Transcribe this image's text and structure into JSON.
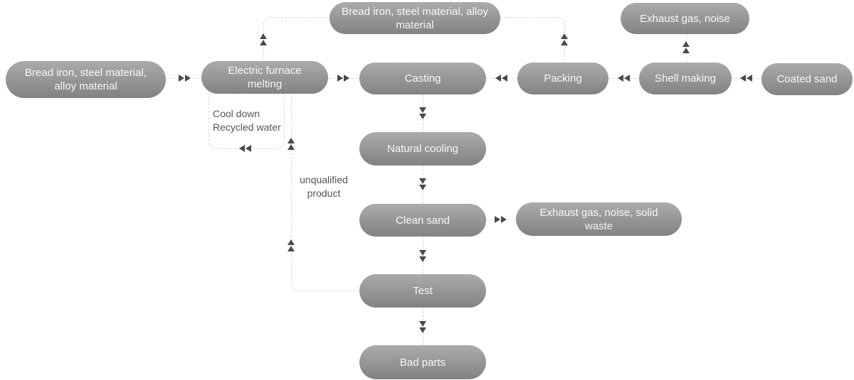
{
  "diagram": {
    "type": "flowchart",
    "nodes": {
      "input_left": {
        "label": "Bread iron, steel material, alloy material"
      },
      "electric_furnace": {
        "label": "Electric furnace melting"
      },
      "casting": {
        "label": "Casting"
      },
      "input_top": {
        "label": "Bread iron, steel material, alloy material"
      },
      "packing": {
        "label": "Packing"
      },
      "shell_making": {
        "label": "Shell making"
      },
      "coated_sand": {
        "label": "Coated sand"
      },
      "exhaust_top": {
        "label": "Exhaust gas, noise"
      },
      "natural_cooling": {
        "label": "Natural cooling"
      },
      "clean_sand": {
        "label": "Clean sand"
      },
      "exhaust_waste": {
        "label": "Exhaust gas, noise, solid waste"
      },
      "test": {
        "label": "Test"
      },
      "bad_parts": {
        "label": "Bad parts"
      }
    },
    "annotations": {
      "cool_down": {
        "line1": "Cool down",
        "line2": "Recycled water"
      },
      "unqualified": {
        "line1": "unqualified",
        "line2": "product"
      }
    },
    "colors": {
      "node_gradient_top": "#ababab",
      "node_gradient_bottom": "#828282",
      "node_text": "#f7f7f7",
      "connector": "#d9d9d9",
      "arrow": "#4a4a4a",
      "annotation_text": "#555555",
      "background": "#ffffff"
    }
  }
}
